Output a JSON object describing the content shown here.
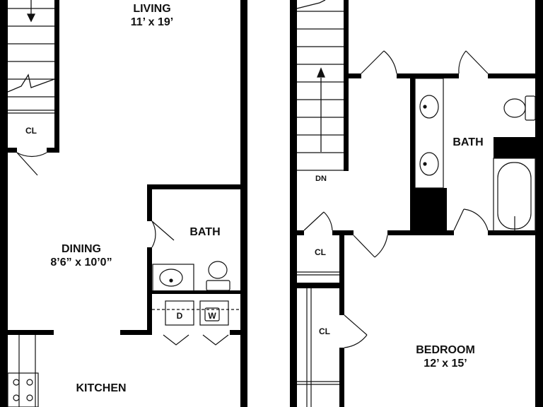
{
  "rooms": {
    "living": {
      "name": "LIVING",
      "size": "11’ x 19’"
    },
    "dining": {
      "name": "DINING",
      "size": "8’6” x 10’0”"
    },
    "kitchen": {
      "name": "KITCHEN"
    },
    "bath_lower": {
      "name": "BATH"
    },
    "bath_upper": {
      "name": "BATH"
    },
    "bedroom": {
      "name": "BEDROOM",
      "size": "12’ x 15’"
    },
    "closet_lower": {
      "name": "CL"
    },
    "closet_upper_1": {
      "name": "CL"
    },
    "closet_upper_2": {
      "name": "CL"
    }
  },
  "stairs": {
    "down_label": "DN"
  },
  "laundry": {
    "dryer": "D",
    "washer": "W"
  }
}
